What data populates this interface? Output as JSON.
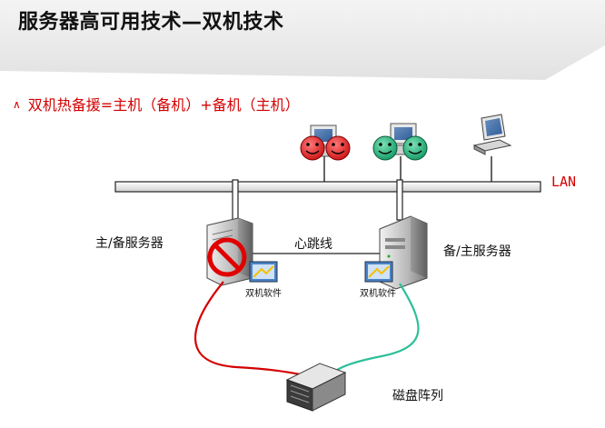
{
  "title": "服务器高可用技术—双机技术",
  "subtitle": "双机热备援=主机（备机）+备机（主机）",
  "subtitle_bullet": "∧",
  "labels": {
    "lan": "LAN",
    "primary_server": "主/备服务器",
    "heartbeat": "心跳线",
    "backup_server": "备/主服务器",
    "software_left": "双机软件",
    "software_right": "双机软件",
    "disk_array": "磁盘阵列"
  },
  "colors": {
    "accent_red": "#d40000",
    "cable_green": "#2fbf9a",
    "smiley_red": "#e02020",
    "smiley_green": "#1fb57a"
  },
  "icons": [
    "prohibited-icon",
    "desktop-computer-icon",
    "smiley-icon",
    "server-tower-icon",
    "disk-array-icon"
  ]
}
